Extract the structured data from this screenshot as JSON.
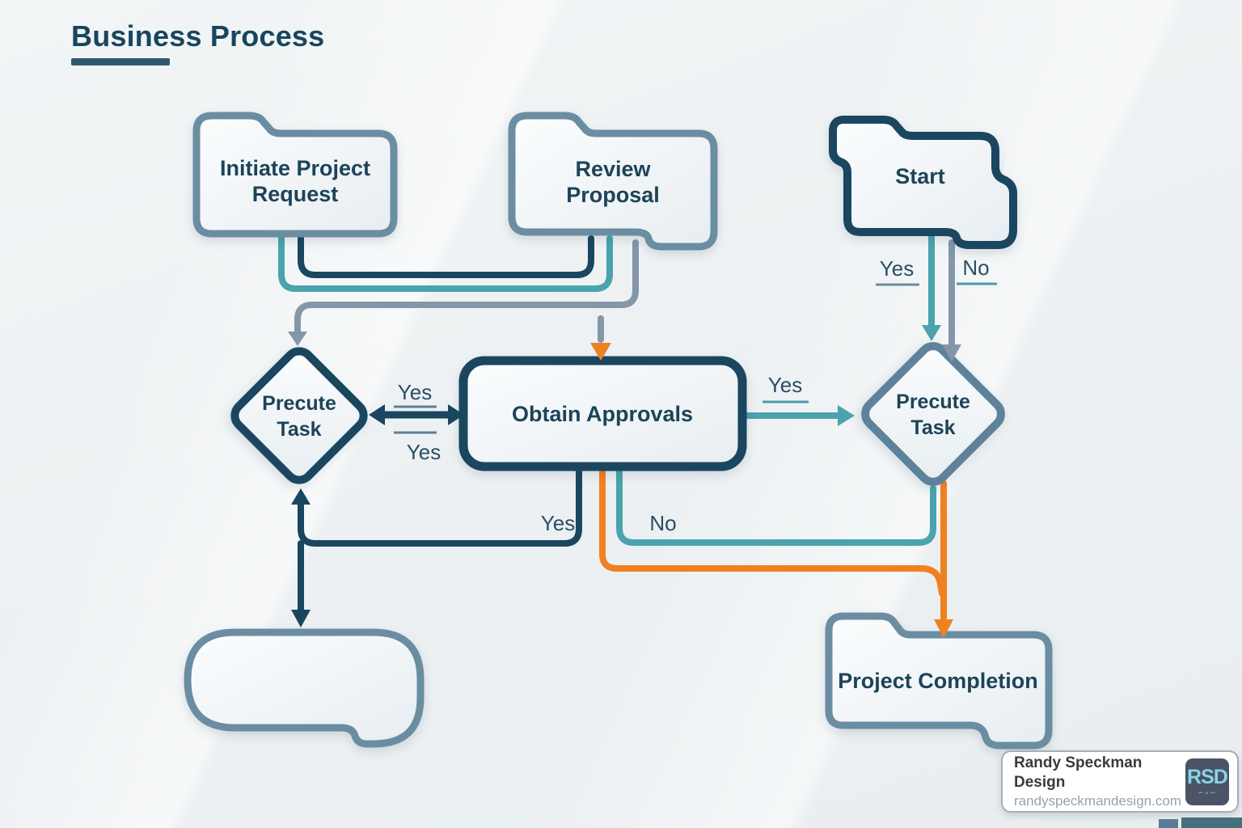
{
  "title": {
    "text": "Business Process"
  },
  "nodes": {
    "initiate": {
      "line1": "Initiate Project",
      "line2": "Request"
    },
    "review": {
      "line1": "Review",
      "line2": "Proposal"
    },
    "start": {
      "label": "Start"
    },
    "precute_left": {
      "line1": "Precute",
      "line2": "Task"
    },
    "obtain": {
      "label": "Obtain Approvals"
    },
    "precute_right": {
      "line1": "Precute",
      "line2": "Task"
    },
    "completion": {
      "label": "Project Completion"
    },
    "empty": {
      "label": ""
    }
  },
  "edge_labels": {
    "start_yes": "Yes",
    "start_no": "No",
    "swap_top": "Yes",
    "swap_bottom": "Yes",
    "approve_yes": "Yes",
    "return_yes": "Yes",
    "branch_no": "No"
  },
  "footer": {
    "company": "Randy Speckman Design",
    "website": "randyspeckmandesign.com",
    "logo": "RSD"
  },
  "colors": {
    "navy": "#1a4660",
    "teal": "#4aa3ad",
    "slate": "#8497a9",
    "orange": "#f08121",
    "node_border": "#6b8da1",
    "diamond_right_border": "#5d8299",
    "text": "#1d4358",
    "background": "#edf1f3"
  }
}
